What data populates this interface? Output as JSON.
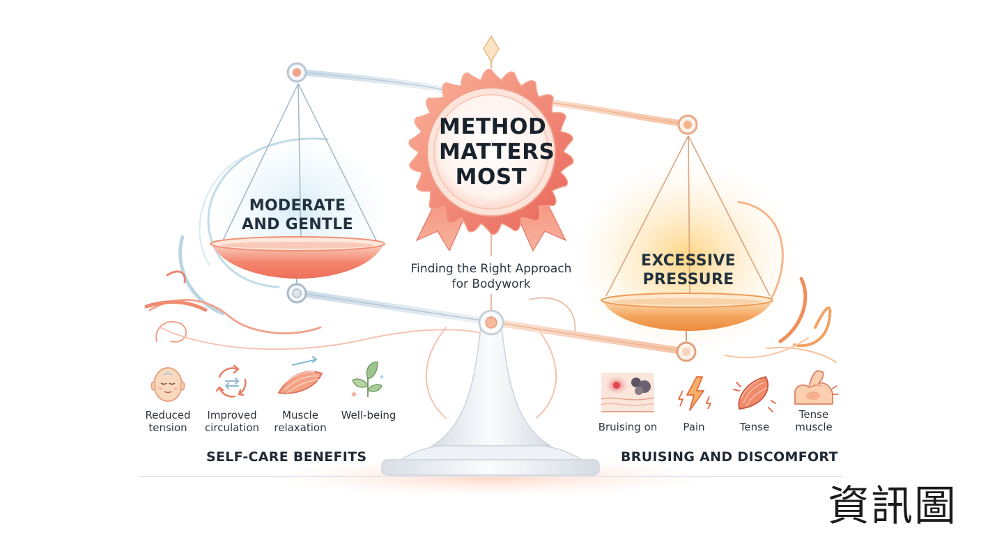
{
  "center": {
    "title": "METHOD MATTERS MOST",
    "subtitle": "Finding the Right Approach for Bodywork"
  },
  "left_pan": {
    "label": "MODERATE AND GENTLE"
  },
  "right_pan": {
    "label": "EXCESSIVE PRESSURE"
  },
  "benefits": {
    "title": "SELF-CARE BENEFITS",
    "items": [
      {
        "label": "Reduced tension",
        "icon": "relaxed-face-icon"
      },
      {
        "label": "Improved circulation",
        "icon": "circulation-arrows-icon"
      },
      {
        "label": "Muscle relaxation",
        "icon": "muscle-fiber-icon"
      },
      {
        "label": "Well-being",
        "icon": "sprout-icon"
      }
    ]
  },
  "discomfort": {
    "title": "BRUISING AND DISCOMFORT",
    "items": [
      {
        "label": "Bruising on",
        "icon": "bruised-skin-icon"
      },
      {
        "label": "Pain",
        "icon": "lightning-bolt-icon"
      },
      {
        "label": "Tense",
        "icon": "tense-muscle-icon"
      },
      {
        "label": "Tense muscle",
        "icon": "flexed-arm-icon"
      }
    ]
  },
  "watermark": {
    "text": "資訊圖"
  },
  "colors": {
    "accent_coral": "#ee7a5f",
    "accent_orange": "#f0923c",
    "medal_red": "#e8695a",
    "stand_silver": "#e4e8ee",
    "calm_blue": "#bcd7e6"
  }
}
